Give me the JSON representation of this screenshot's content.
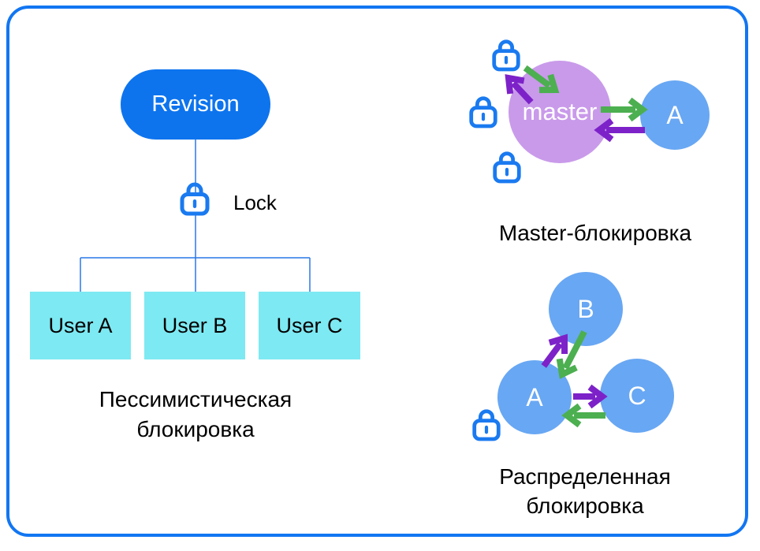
{
  "colors": {
    "border_blue": "#1276f2",
    "lock_blue": "#1a7af0",
    "pill_blue": "#0d74ee",
    "box_cyan": "#7de9f2",
    "master_purple": "#c99aea",
    "node_blue": "#68a7f3",
    "green_arrow": "#4caf50",
    "purple_arrow": "#7d22c9",
    "connector_blue": "#2879e8"
  },
  "pessimistic": {
    "revision_label": "Revision",
    "lock_label": "Lock",
    "users": [
      "User A",
      "User B",
      "User C"
    ],
    "caption": [
      "Пессимистическая",
      "блокировка"
    ]
  },
  "master_locking": {
    "master_label": "master",
    "replica_label": "A",
    "caption": "Master-блокировка"
  },
  "distributed_locking": {
    "nodes": [
      "B",
      "A",
      "C"
    ],
    "caption": [
      "Распределенная",
      "блокировка"
    ]
  }
}
